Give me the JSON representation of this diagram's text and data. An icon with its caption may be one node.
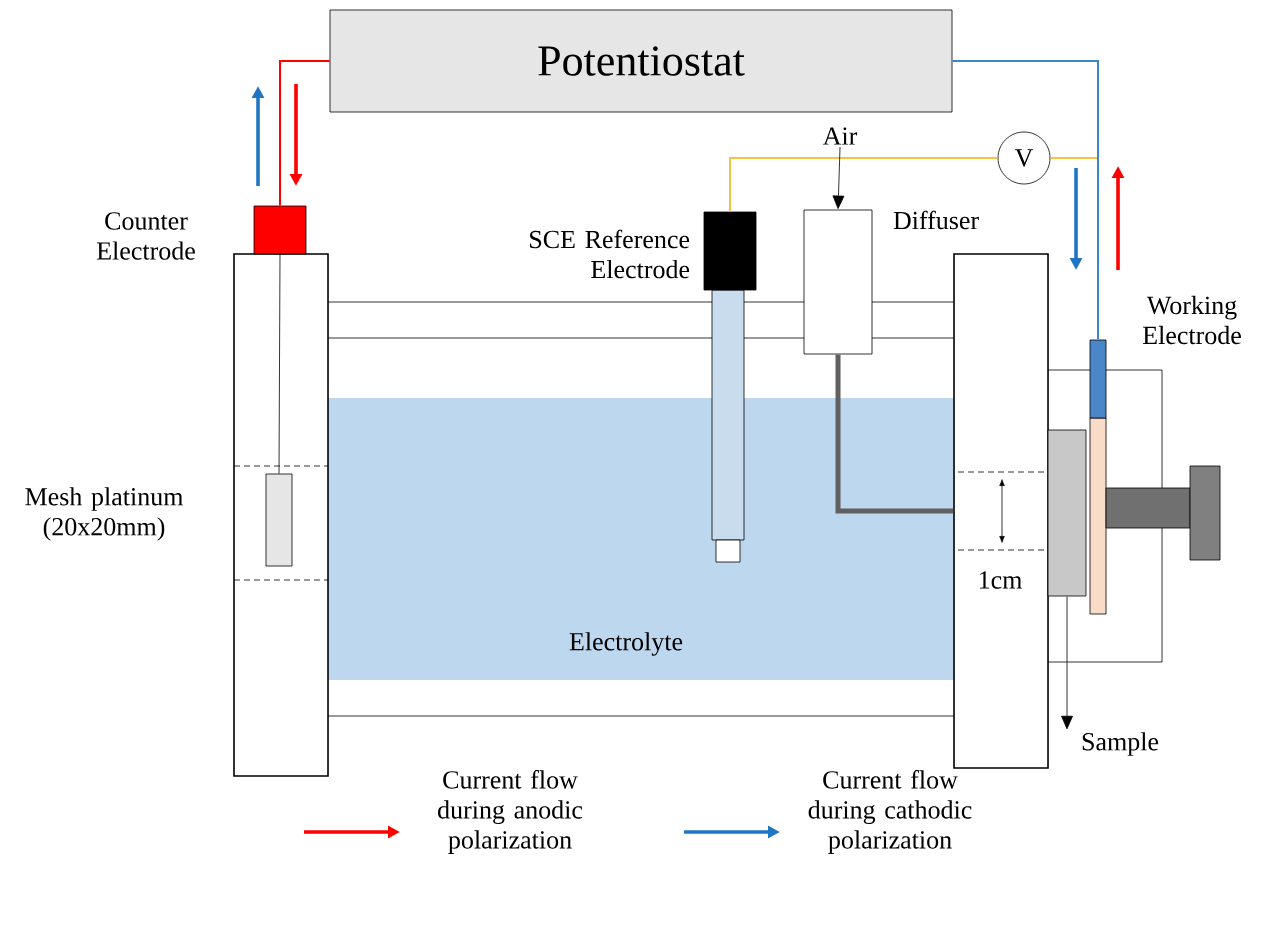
{
  "diagram": {
    "nodes": [
      {
        "text": [
          "Potentiostat"
        ]
      },
      {
        "text": [],
        "shape": "box",
        "beside": [
          "Counter Electrode"
        ]
      },
      {
        "text": [],
        "shape": "box",
        "beside": [
          "SCE Reference Electrode"
        ]
      },
      {
        "text": [
          "V"
        ]
      },
      {
        "text": [
          "Air"
        ]
      },
      {
        "text": [],
        "shape": "box",
        "beside": [
          "Diffuser"
        ]
      },
      {
        "text": [],
        "shape": "box",
        "beside": [
          "Working Electrode"
        ]
      },
      {
        "text": [],
        "shape": "box"
      },
      {
        "text": [
          "Sample"
        ]
      },
      {
        "text": [],
        "shape": "box",
        "beside": [
          "Mesh platinum (20x20mm)"
        ]
      },
      {
        "text": [],
        "shape": "box"
      }
    ],
    "edges": [
      {
        "from": 0,
        "to": 1,
        "arrow": "none",
        "color": "#ff0000"
      },
      {
        "from": 2,
        "to": 3,
        "arrow": "none",
        "color": "#f5c242"
      },
      {
        "from": 3,
        "to": 6,
        "arrow": "none",
        "color": "#f5c242"
      },
      {
        "from": 0,
        "to": 6,
        "arrow": "none",
        "color": "#3c85c6"
      },
      {
        "from": 4,
        "to": 5,
        "arrow": "to",
        "color": "#000000"
      },
      {
        "from": 10,
        "to": 8,
        "arrow": "to",
        "color": "#000000"
      },
      {
        "from": 1,
        "to": 9,
        "arrow": "none",
        "color": "#000000"
      },
      {
        "from": 5,
        "to": 7,
        "arrow": "none",
        "style": "thick",
        "color": "#606060"
      }
    ],
    "labels": [
      "1cm",
      "Electrolyte"
    ],
    "legend": [
      {
        "text": "Current flow during anodic polarization",
        "color": "#ff0000"
      },
      {
        "text": "Current flow during cathodic polarization",
        "color": "#1f77c4"
      }
    ]
  }
}
